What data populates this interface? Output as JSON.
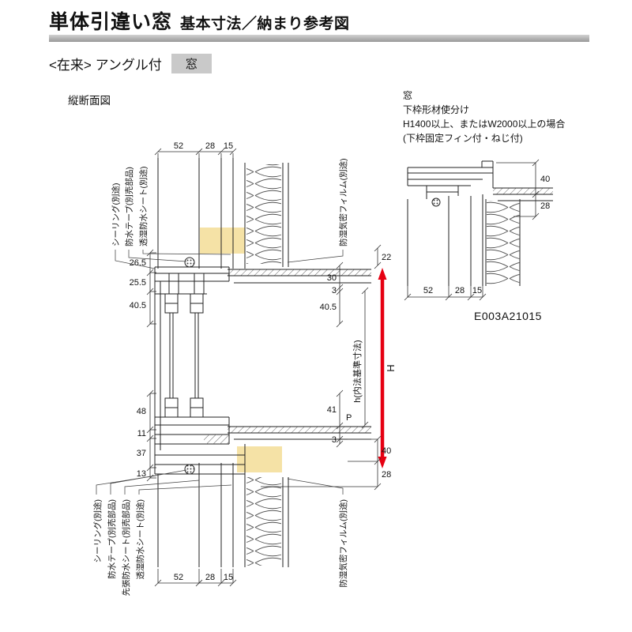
{
  "header": {
    "title_main": "単体引違い窓",
    "title_sub": "基本寸法／納まり参考図"
  },
  "subheader": {
    "series": "<在来> アングル付",
    "category": "窓"
  },
  "note": {
    "title": "窓",
    "line1": "下枠形材使分け",
    "line2": "H1400以上、またはW2000以上の場合",
    "line3": "(下枠固定フィン付・ねじ付)"
  },
  "main": {
    "caption": "縦断面図",
    "top_dims": [
      "52",
      "28",
      "15"
    ],
    "bottom_dims": [
      "52",
      "28",
      "15"
    ],
    "left_dims": [
      "26.5",
      "25.5",
      "40.5",
      "48",
      "11",
      "37",
      "13"
    ],
    "inner_dims": [
      "30",
      "3",
      "40.5",
      "41",
      "3"
    ],
    "right_dims": [
      "22",
      "40",
      "28"
    ],
    "h_label": "h(内法基準寸法)",
    "height_label": "H",
    "p_label": "P",
    "labels_top_left": [
      "シーリング(別途)",
      "防水テープ(別売部品)",
      "透湿防水シート(別途)"
    ],
    "label_top_right": "防湿気密フィルム(別途)",
    "labels_bottom_left": [
      "シーリング(別途)",
      "防水テープ(別売部品)",
      "先張防水シート(別売部品)",
      "透湿防水シート(別途)"
    ],
    "label_bottom_right": "防湿気密フィルム(別途)"
  },
  "detail": {
    "right_dims": [
      "40",
      "28"
    ],
    "bottom_dims": [
      "52",
      "28",
      "15"
    ],
    "code": "E003A21015"
  },
  "colors": {
    "highlight_fill": "#f5e2a6",
    "dimension_arrow_red": "#e60012",
    "header_bar_gray": "#b4b4b4",
    "category_box_gray": "#c9c9c9"
  }
}
